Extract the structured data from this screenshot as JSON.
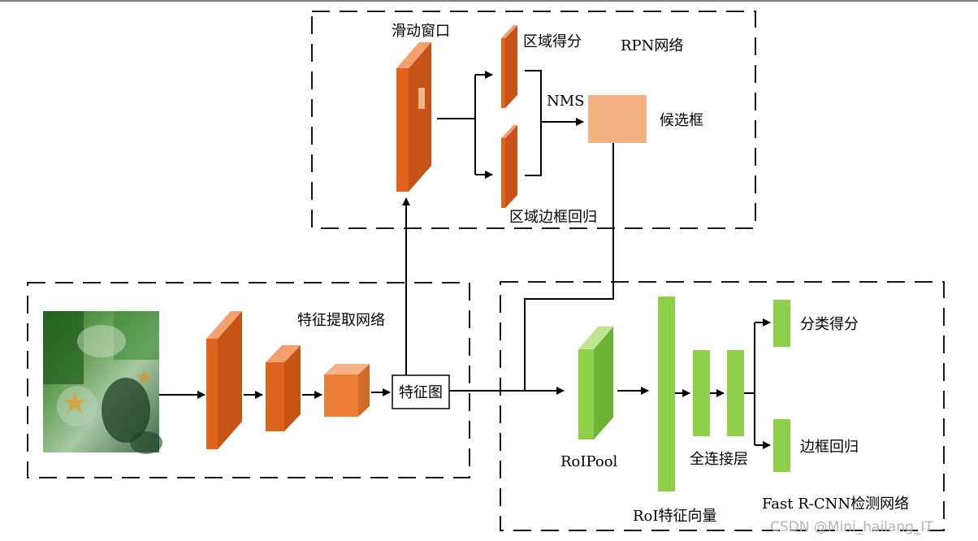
{
  "labels": {
    "sliding_window": "滑动窗口",
    "region_score": "区域得分",
    "rpn_network": "RPN网络",
    "nms": "NMS",
    "candidate_box": "候选框",
    "region_bbox_regression": "区域边框回归",
    "feature_extraction_network": "特征提取网络",
    "feature_map": "特征图",
    "roi_pool": "RoIPool",
    "roi_feature_vector": "RoI特征向量",
    "fully_connected_layer": "全连接层",
    "class_score": "分类得分",
    "bbox_regression": "边框回归",
    "fast_rcnn_network": "Fast R-CNN检测网络"
  },
  "watermark": "CSDN @Mini_hailang_IT",
  "colors": {
    "orange_front": "#e0641e",
    "orange_side": "#c65416",
    "orange_top": "#f2a070",
    "orange_block": "#ec7d33",
    "candidate_fill": "#f3b083",
    "green_front": "#8ecf4a",
    "green_side": "#6fb334",
    "green_top": "#bfe592",
    "dash": "#1a1a1a"
  },
  "image": {
    "description_icon": "underwater-photo-image"
  }
}
